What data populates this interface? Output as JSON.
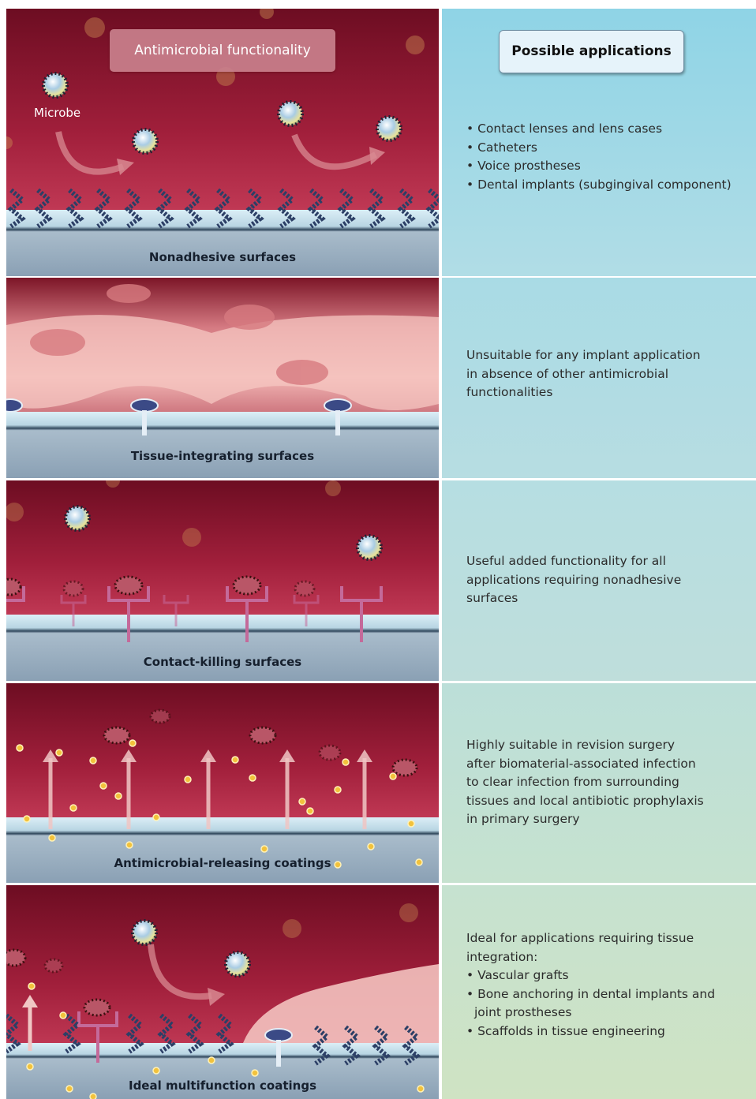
{
  "header": {
    "left_badge": "Antimicrobial functionality",
    "right_badge": "Possible applications",
    "microbe_label": "Microbe"
  },
  "rows": [
    {
      "surface": "Nonadhesive surfaces",
      "applications": [
        "• Contact lenses and lens cases",
        "• Catheters",
        "• Voice prostheses",
        "• Dental implants (subgingival component)"
      ]
    },
    {
      "surface": "Tissue-integrating surfaces",
      "applications": [
        "Unsuitable for any implant application",
        "in absence of other antimicrobial",
        "functionalities"
      ]
    },
    {
      "surface": "Contact-killing surfaces",
      "applications": [
        "Useful added functionality for all",
        "applications requiring nonadhesive",
        "surfaces"
      ]
    },
    {
      "surface": "Antimicrobial-releasing coatings",
      "applications": [
        "Highly suitable in revision surgery",
        "after biomaterial-associated infection",
        "to clear infection from surrounding",
        "tissues and local antibiotic prophylaxis",
        "in primary surgery"
      ]
    },
    {
      "surface": "Ideal multifunction coatings",
      "applications": [
        "Ideal for applications requiring tissue",
        "integration:",
        "• Vascular grafts",
        "• Bone anchoring in dental implants and",
        "joint prostheses",
        "• Scaffolds in tissue engineering"
      ]
    }
  ],
  "colors": {
    "blood_dark": "#6d0d22",
    "blood_mid": "#b02a45",
    "substrate": "#bcd8e4",
    "substrate_bottom": "#8aa2b6",
    "panel_top": "#8fd4e6",
    "panel_bottom": "#cfe3c3"
  }
}
